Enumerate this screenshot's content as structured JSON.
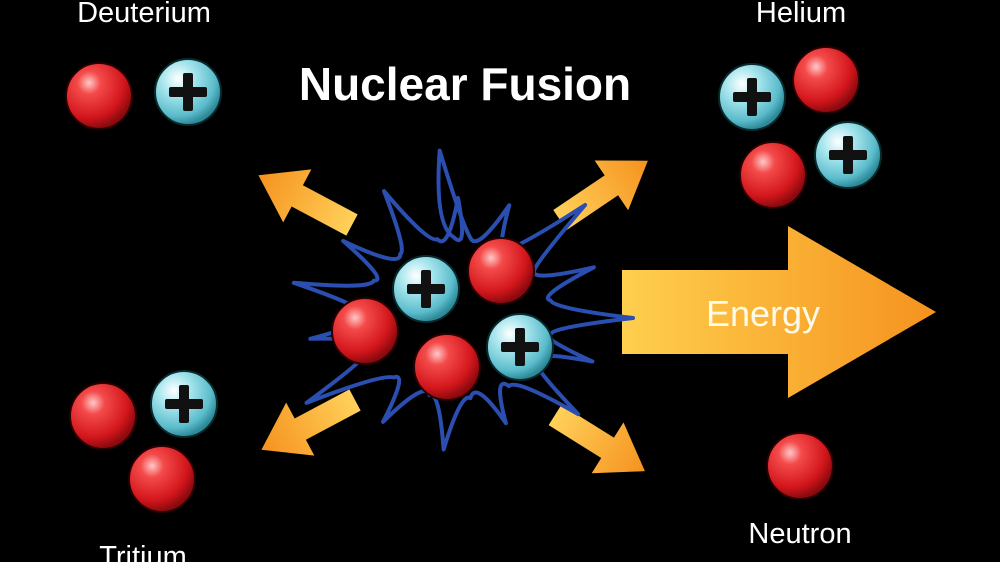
{
  "title": "Nuclear Fusion",
  "labels": {
    "deuterium": "Deuterium",
    "helium": "Helium",
    "tritium": "Tritium",
    "neutron": "Neutron",
    "energy": "Energy"
  },
  "colors": {
    "background": "#000000",
    "neutron": "#e8262d",
    "proton": "#7fd1dc",
    "arrow": "#f7a22a",
    "burst": "#2a4fb0"
  },
  "particles": {
    "neutron": "red sphere",
    "proton": "cyan sphere with plus sign"
  },
  "plus_sign": "+"
}
